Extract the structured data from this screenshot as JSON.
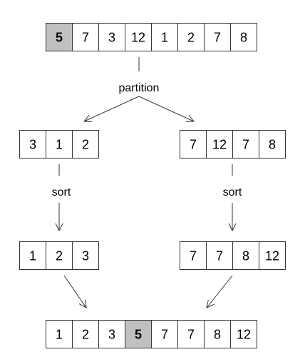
{
  "colors": {
    "pivot_fill": "#c0c0c0",
    "cell_fill": "#ffffff",
    "stroke": "#333333",
    "text": "#000000"
  },
  "arrays": {
    "input": {
      "values": [
        "5",
        "7",
        "3",
        "12",
        "1",
        "2",
        "7",
        "8"
      ],
      "pivot_index": 0
    },
    "left_partition": {
      "values": [
        "3",
        "1",
        "2"
      ]
    },
    "right_partition": {
      "values": [
        "7",
        "12",
        "7",
        "8"
      ]
    },
    "left_sorted": {
      "values": [
        "1",
        "2",
        "3"
      ]
    },
    "right_sorted": {
      "values": [
        "7",
        "7",
        "8",
        "12"
      ]
    },
    "output": {
      "values": [
        "1",
        "2",
        "3",
        "5",
        "7",
        "7",
        "8",
        "12"
      ],
      "pivot_index": 3
    }
  },
  "labels": {
    "partition": "partition",
    "sort_left": "sort",
    "sort_right": "sort"
  }
}
